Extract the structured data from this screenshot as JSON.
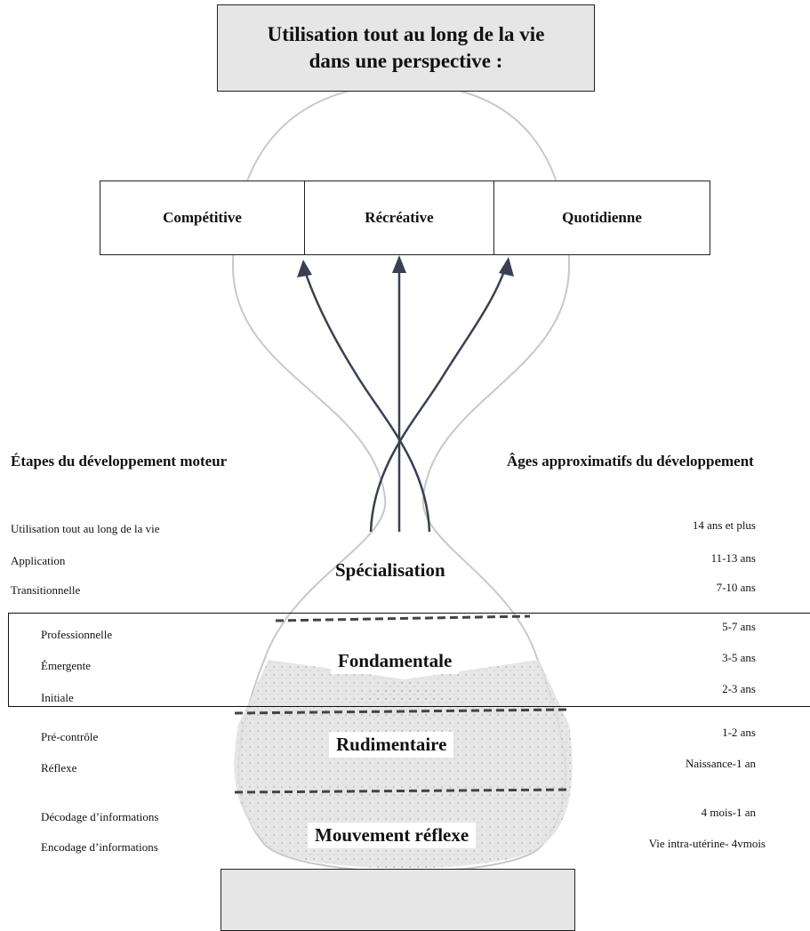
{
  "title": {
    "line1": "Utilisation tout au long de la vie",
    "line2": "dans une perspective :"
  },
  "uses": [
    "Compétitive",
    "Récréative",
    "Quotidienne"
  ],
  "headers": {
    "left": "Étapes du développement moteur",
    "right": "Âges approximatifs du développement"
  },
  "phases": {
    "specialisation": "Spécialisation",
    "fondamentale": "Fondamentale",
    "rudimentaire": "Rudimentaire",
    "reflexe": "Mouvement réflexe"
  },
  "rows": [
    {
      "stage": "Utilisation tout au long de la vie",
      "age": "14 ans et plus"
    },
    {
      "stage": "Application",
      "age": "11-13 ans"
    },
    {
      "stage": "Transitionnelle",
      "age": "7-10 ans"
    },
    {
      "stage": "Professionnelle",
      "age": "5-7 ans"
    },
    {
      "stage": "Émergente",
      "age": "3-5 ans"
    },
    {
      "stage": "Initiale",
      "age": "2-3 ans"
    },
    {
      "stage": "Pré-contrôle",
      "age": "1-2 ans"
    },
    {
      "stage": "Réflexe",
      "age": "Naissance-1 an"
    },
    {
      "stage": "Décodage d’informations",
      "age": "4 mois-1 an"
    },
    {
      "stage": "Encodage d’informations",
      "age": "Vie intra-utérine- 4vmois"
    }
  ],
  "colors": {
    "box_fill": "#e6e6e6",
    "outline": "#222222",
    "glass": "#c8c8c8",
    "sand": "#e2e2e2",
    "arrow": "#3a3f52",
    "dash": "#444444"
  }
}
